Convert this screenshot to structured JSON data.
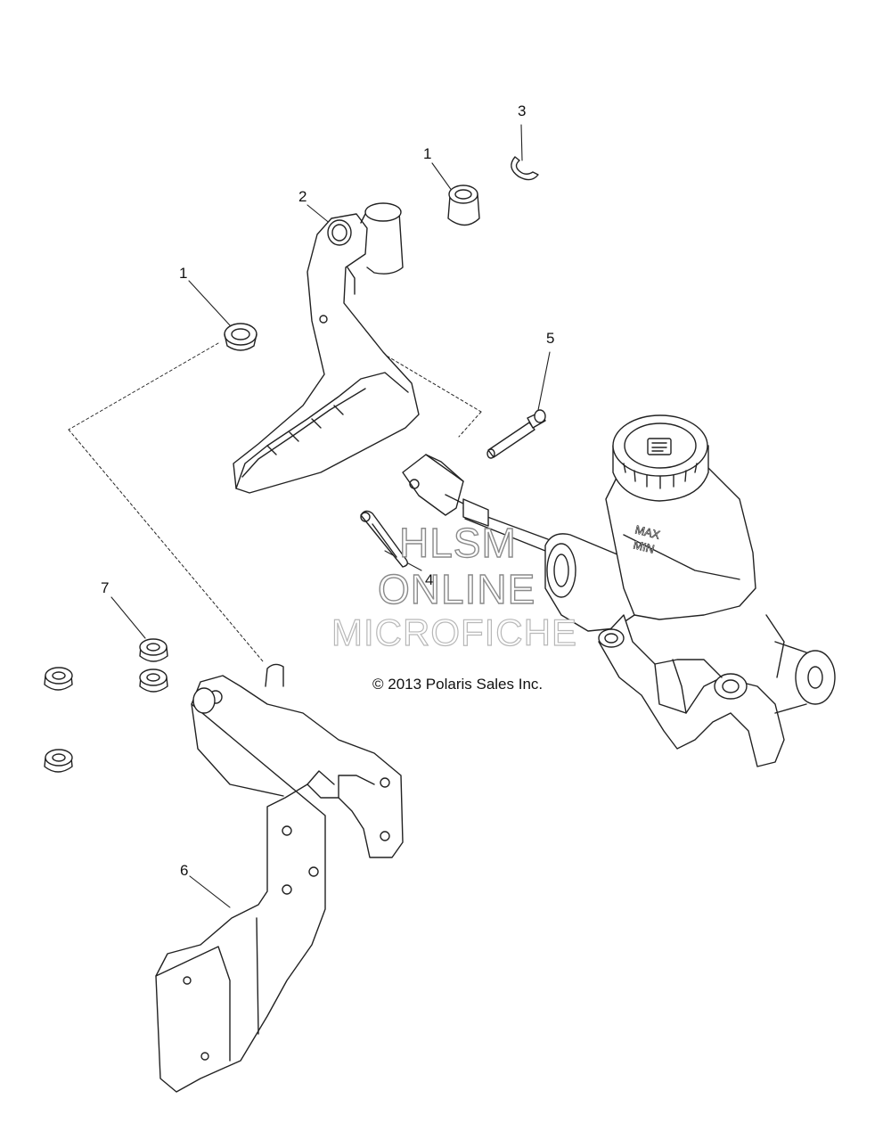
{
  "callouts": [
    {
      "id": "c1a",
      "text": "1"
    },
    {
      "id": "c1b",
      "text": "1"
    },
    {
      "id": "c2",
      "text": "2"
    },
    {
      "id": "c3",
      "text": "3"
    },
    {
      "id": "c4",
      "text": "4"
    },
    {
      "id": "c5",
      "text": "5"
    },
    {
      "id": "c6",
      "text": "6"
    },
    {
      "id": "c7",
      "text": "7"
    }
  ],
  "watermark": {
    "line1": "HLSM",
    "line2": "ONLINE",
    "line3": "MICROFICHE"
  },
  "reservoir_labels": {
    "max": "MAX",
    "min": "MIN"
  },
  "copyright": "© 2013 Polaris Sales Inc."
}
